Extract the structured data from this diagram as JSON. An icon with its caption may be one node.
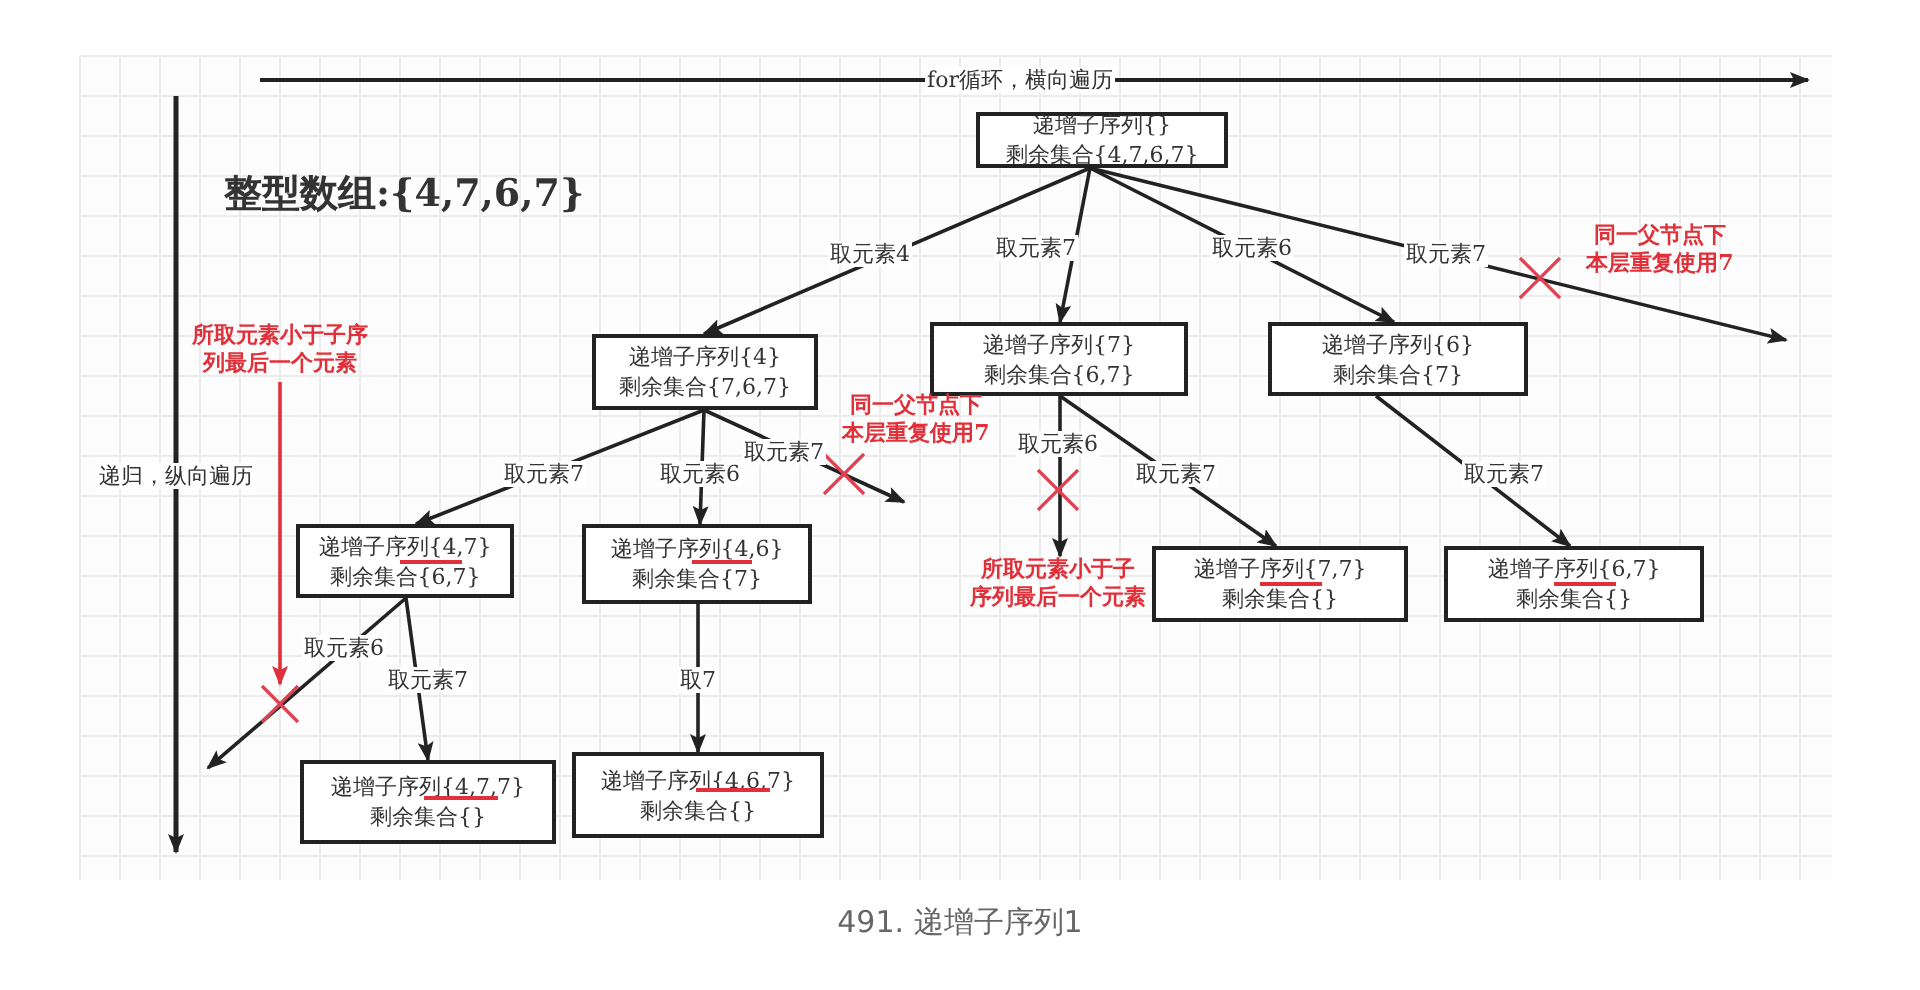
{
  "diagram": {
    "title": "整型数组:{4,7,6,7}",
    "caption": "491. 递增子序列1",
    "nodes": [
      {
        "text": [
          "递增子序列{}",
          "剩余集合{4,7,6,7}"
        ]
      },
      {
        "text": [
          "递增子序列{4}",
          "剩余集合{7,6,7}"
        ]
      },
      {
        "text": [
          "递增子序列{7}",
          "剩余集合{6,7}"
        ]
      },
      {
        "text": [
          "递增子序列{6}",
          "剩余集合{7}"
        ]
      },
      {
        "text": [
          "递增子序列{4,7}",
          "剩余集合{6,7}"
        ]
      },
      {
        "text": [
          "递增子序列{4,6}",
          "剩余集合{7}"
        ]
      },
      {
        "text": [
          "递增子序列{7,7}",
          "剩余集合{}"
        ]
      },
      {
        "text": [
          "递增子序列{6,7}",
          "剩余集合{}"
        ]
      },
      {
        "text": [
          "递增子序列{4,7,7}",
          "剩余集合{}"
        ]
      },
      {
        "text": [
          "递增子序列{4,6,7}",
          "剩余集合{}"
        ]
      },
      {
        "text": [
          "所取元素小于子序列最后一个元素"
        ]
      },
      {
        "text": [],
        "shape": "cross"
      },
      {
        "text": [
          "所取元素小于子序列最后一个元素"
        ]
      }
    ],
    "edges": [
      {
        "from": 0,
        "to": 1,
        "arrow": "to",
        "label": "取元素4"
      },
      {
        "from": 0,
        "to": 2,
        "arrow": "to",
        "label": "取元素7"
      },
      {
        "from": 0,
        "to": 3,
        "arrow": "to",
        "label": "取元素6"
      },
      {
        "from": 0,
        "to": null,
        "arrow": "to",
        "label": "取元素7"
      },
      {
        "from": 1,
        "to": 4,
        "arrow": "to",
        "label": "取元素7"
      },
      {
        "from": 1,
        "to": 5,
        "arrow": "to",
        "label": "取元素6"
      },
      {
        "from": 1,
        "to": null,
        "arrow": "to",
        "label": "取元素7"
      },
      {
        "from": 2,
        "to": 12,
        "arrow": "to",
        "label": "取元素6"
      },
      {
        "from": 2,
        "to": 6,
        "arrow": "to",
        "label": "取元素7"
      },
      {
        "from": 3,
        "to": 7,
        "arrow": "to",
        "label": "取元素7"
      },
      {
        "from": 4,
        "to": null,
        "arrow": "to",
        "label": "取元素6"
      },
      {
        "from": 4,
        "to": 8,
        "arrow": "to",
        "label": "取元素7"
      },
      {
        "from": 5,
        "to": 9,
        "arrow": "to",
        "label": "取7"
      },
      {
        "from": 10,
        "to": 11,
        "arrow": "to",
        "color": "#e0303a"
      }
    ],
    "labels": [
      "for循环，横向遍历",
      "同一父节点下本层重复使用7",
      "递归，纵向遍历",
      "同一父节点下本层重复使用7"
    ]
  }
}
